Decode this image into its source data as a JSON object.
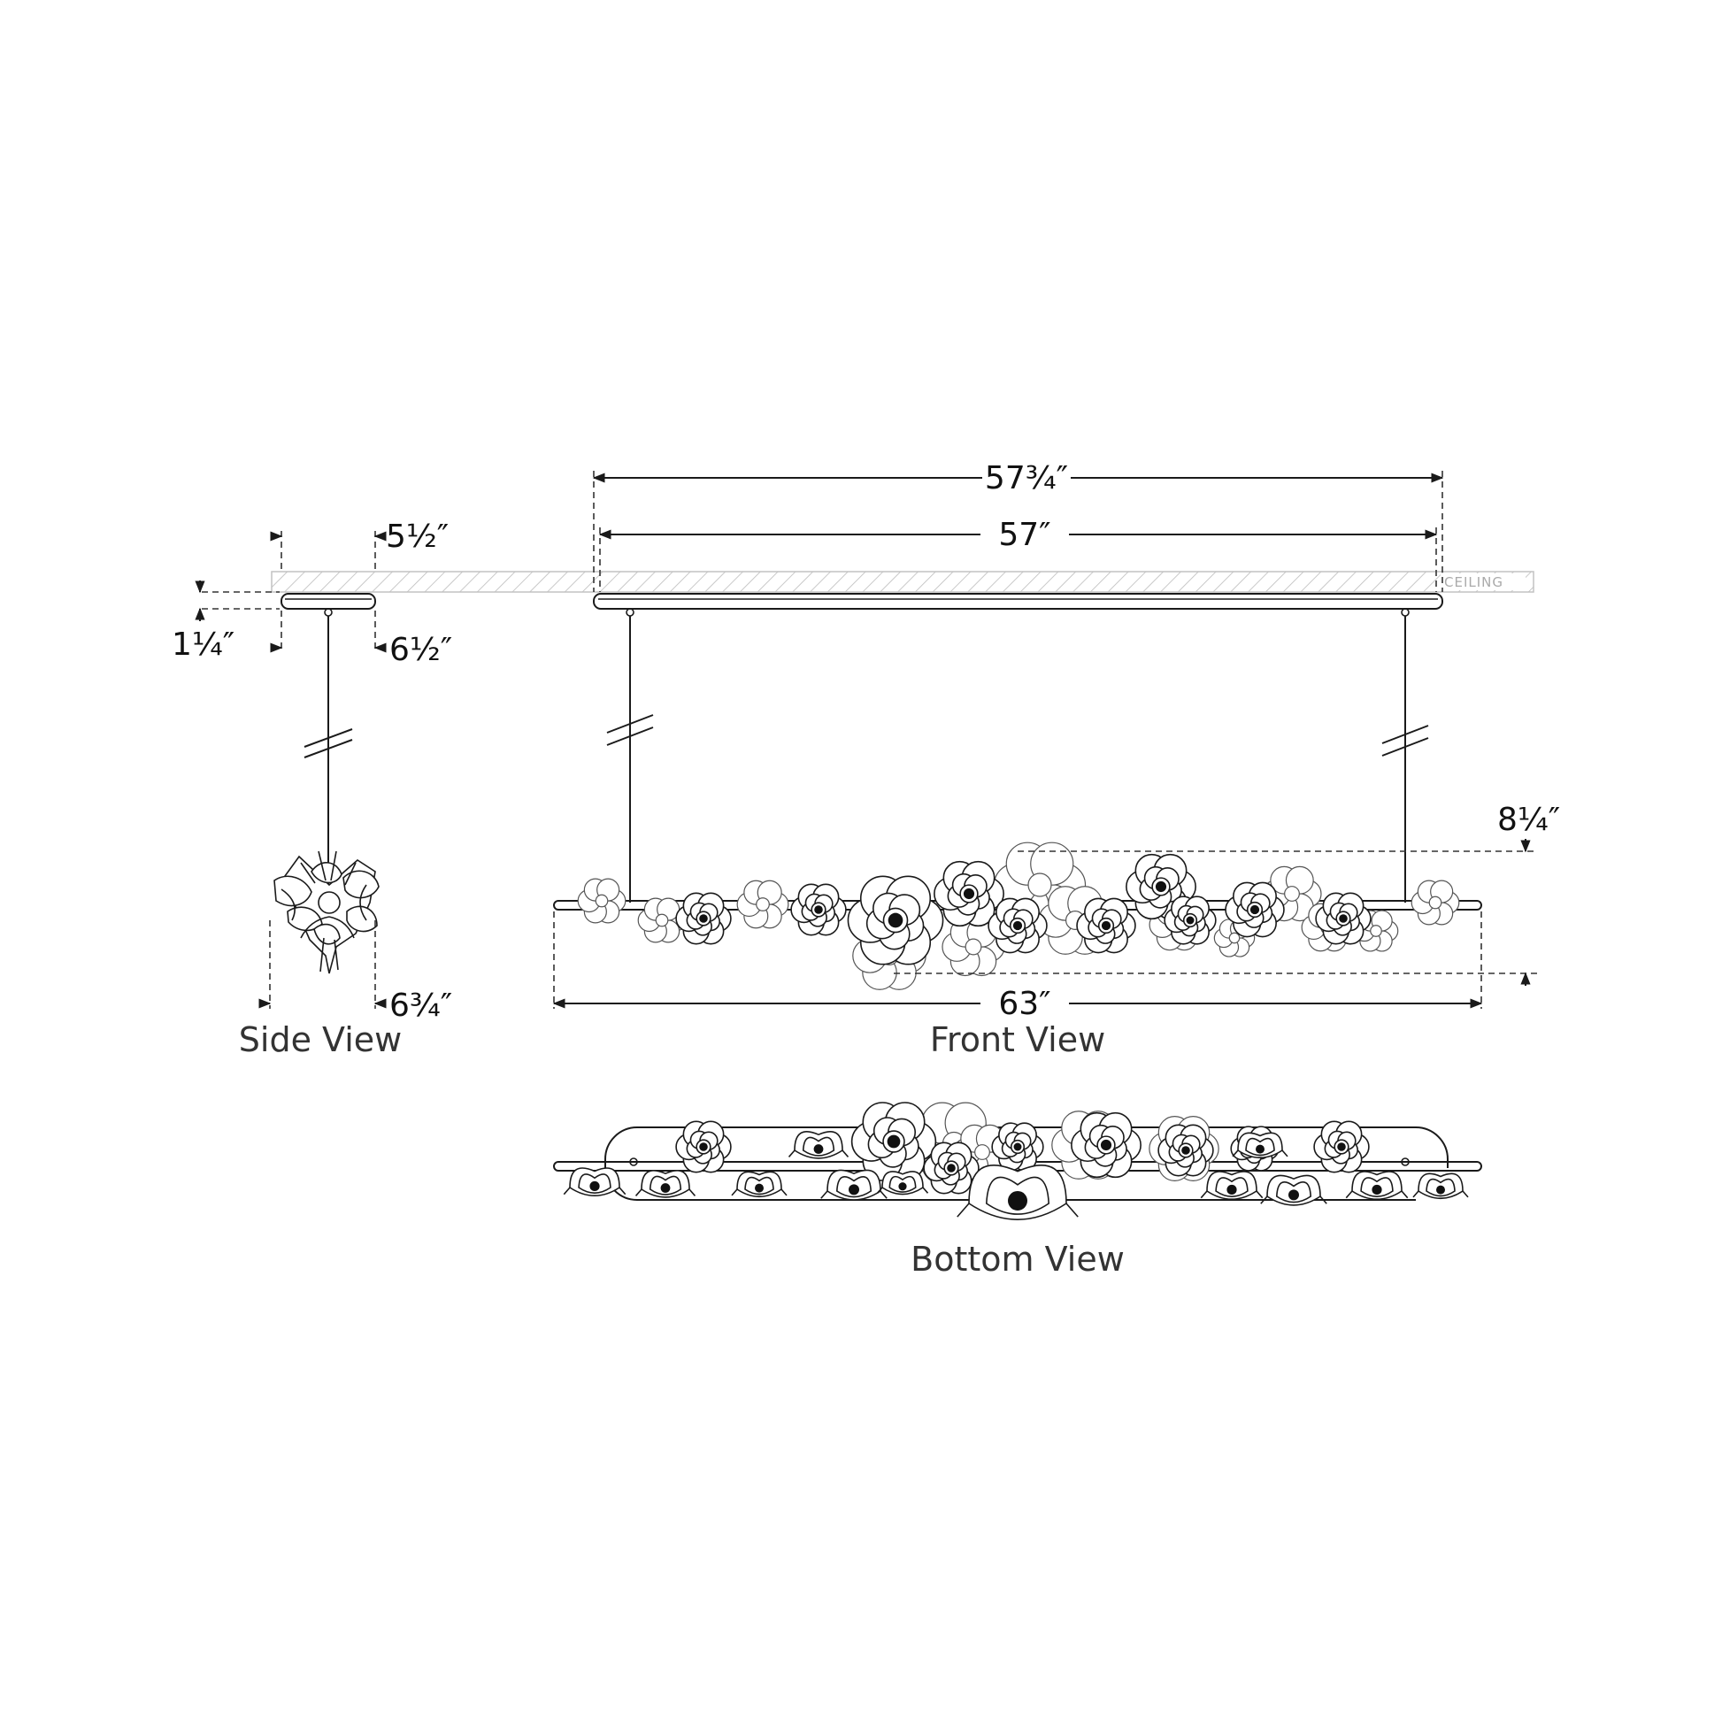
{
  "labels": {
    "side_view": "Side View",
    "front_view": "Front View",
    "bottom_view": "Bottom View",
    "ceiling": "CEILING"
  },
  "dimensions": {
    "canopy_length": "57¾″",
    "body_length_top": "57″",
    "canopy_width": "5½″",
    "canopy_height": "1¼″",
    "canopy_depth": "6½″",
    "fixture_height": "8¼″",
    "fixture_length": "63″",
    "fixture_depth": "6¾″"
  },
  "colors": {
    "line": "#1a1a1a",
    "ceiling_hatch": "#bbbbbb",
    "background": "#ffffff"
  }
}
